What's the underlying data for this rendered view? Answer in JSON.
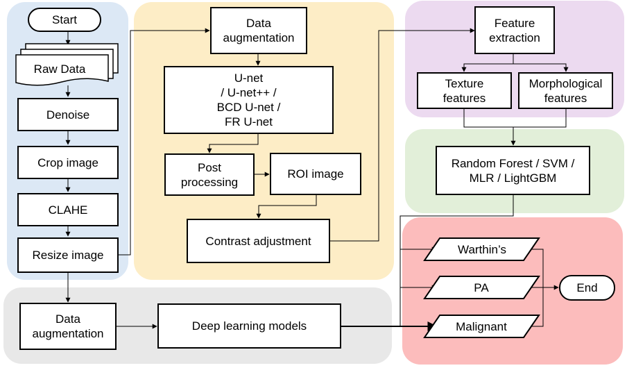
{
  "colors": {
    "preprocessing_panel": "#dce8f5",
    "segmentation_panel": "#fdedc6",
    "radiomics_panel": "#ecdaf0",
    "classifier_panel": "#e2efd9",
    "outcome_panel": "#fcbcbc",
    "deep_learning_panel": "#e8e8e8",
    "stroke": "#000000",
    "box_fill": "#ffffff"
  },
  "preprocessing": {
    "start": "Start",
    "raw_data": "Raw Data",
    "denoise": "Denoise",
    "crop_image": "Crop image",
    "clahe": "CLAHE",
    "resize_image": "Resize image"
  },
  "segmentation": {
    "data_augmentation": "Data\naugmentation",
    "unet_models": "U-net\n/ U-net++ /\nBCD U-net /\nFR U-net",
    "post_processing": "Post\nprocessing",
    "roi_image": "ROI image",
    "contrast_adjustment": "Contrast adjustment"
  },
  "radiomics": {
    "feature_extraction": "Feature\nextraction",
    "texture_features": "Texture\nfeatures",
    "morphological_features": "Morphological\nfeatures"
  },
  "classifier": {
    "ml_models": "Random Forest / SVM /\nMLR / LightGBM"
  },
  "deep_learning": {
    "data_augmentation": "Data\naugmentation",
    "models": "Deep learning models"
  },
  "outcomes": {
    "warthins": "Warthin’s",
    "pa": "PA",
    "malignant": "Malignant",
    "end": "End"
  }
}
